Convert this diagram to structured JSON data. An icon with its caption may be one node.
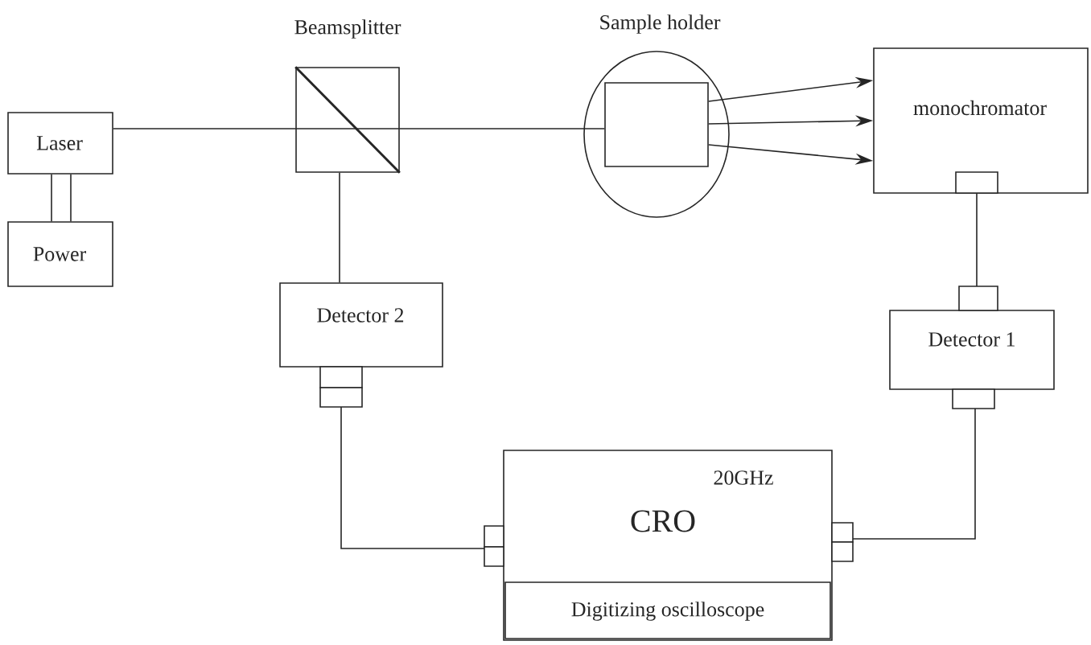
{
  "diagram": {
    "nodes": [
      {
        "text": [
          "Laser"
        ]
      },
      {
        "text": [
          "Power"
        ]
      },
      {
        "text": [
          "Beamsplitter"
        ]
      },
      {
        "text": [
          "Sample holder"
        ]
      },
      {
        "text": [],
        "shape": "box",
        "in": 3
      },
      {
        "text": [
          "monochromator"
        ]
      },
      {
        "text": [
          "Detector 2"
        ]
      },
      {
        "text": [
          "Detector 1"
        ]
      },
      {
        "text": [
          "20GHz",
          "CRO"
        ]
      },
      {
        "text": [
          "Digitizing oscilloscope"
        ],
        "in": 8
      }
    ],
    "edges": [
      {
        "from": 0,
        "to": 1,
        "arrow": "none"
      },
      {
        "from": 0,
        "to": 1,
        "arrow": "none"
      },
      {
        "from": 0,
        "to": 2,
        "arrow": "none"
      },
      {
        "from": 2,
        "to": 4,
        "arrow": "none"
      },
      {
        "from": 4,
        "to": 5,
        "arrow": "to"
      },
      {
        "from": 4,
        "to": 5,
        "arrow": "to"
      },
      {
        "from": 4,
        "to": 5,
        "arrow": "to"
      },
      {
        "from": 2,
        "to": 6,
        "arrow": "none"
      },
      {
        "from": 5,
        "to": 7,
        "arrow": "other"
      },
      {
        "from": 6,
        "to": 8,
        "arrow": "other"
      },
      {
        "from": 7,
        "to": 8,
        "arrow": "other"
      }
    ]
  }
}
